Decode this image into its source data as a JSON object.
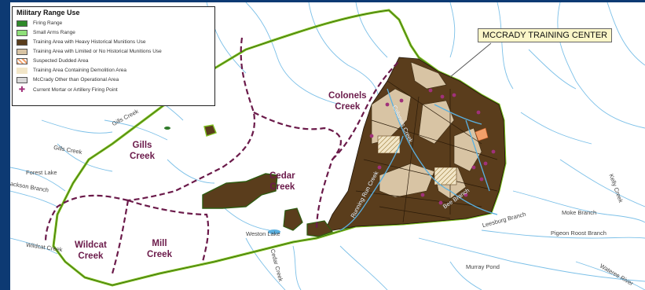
{
  "legend": {
    "title": "Military Range Use",
    "items": [
      {
        "label": "Firing Range",
        "color": "#2f8a2a"
      },
      {
        "label": "Small Arms Range",
        "color": "#8fe07a"
      },
      {
        "label": "Training Area with Heavy Historical Munitions Use",
        "color": "#5a3d1c"
      },
      {
        "label": "Training Area with Limited or No Historical Munitions Use",
        "color": "#d8c4a4"
      },
      {
        "label": "Suspected Dudded Area",
        "color": "#f2a06a"
      },
      {
        "label": "Training Area Containing Demolition Area",
        "color": "#f2e6c8"
      },
      {
        "label": "McCrady Other than Operational Area",
        "color": "#d9d9d9"
      },
      {
        "label": "Current Mortar or Artillery Firing Point",
        "color": "#a0317a"
      }
    ]
  },
  "callout": "MCCRADY TRAINING CENTER",
  "watersheds": [
    {
      "line1": "Colonels",
      "line2": "Creek"
    },
    {
      "line1": "Gills",
      "line2": "Creek"
    },
    {
      "line1": "Cedar",
      "line2": "Creek"
    },
    {
      "line1": "Wildcat",
      "line2": "Creek"
    },
    {
      "line1": "Mill",
      "line2": "Creek"
    }
  ],
  "waterbodies": {
    "gills_creek_1": "Gills Creek",
    "gills_creek_2": "Gills Creek",
    "forest_lake": "Forest Lake",
    "jackson_branch": "Jackson Branch",
    "wildcat_creek": "Wildcat Creek",
    "weston_lake": "Weston Lake",
    "cedar_creek": "Cedar Creek",
    "murray_pond": "Murray Pond",
    "leesburg_branch": "Leesburg Branch",
    "moke_branch": "Moke Branch",
    "pigeon_roost_branch": "Pigeon Roost Branch",
    "kelly_creek": "Kelly Creek",
    "wateree_river": "Wateree River",
    "colonels_creek_stream": "Colonels Creek",
    "running_run_creek": "Running Run Creek",
    "bee_branch": "Bee Branch"
  },
  "colors": {
    "heavy_use": "#5a3d1c",
    "limited_use": "#d8c4a4",
    "boundary": "#7fbf1f",
    "watershed_line": "#6b1a4a",
    "water": "#5ab0e0",
    "frame": "#0d3a73"
  }
}
